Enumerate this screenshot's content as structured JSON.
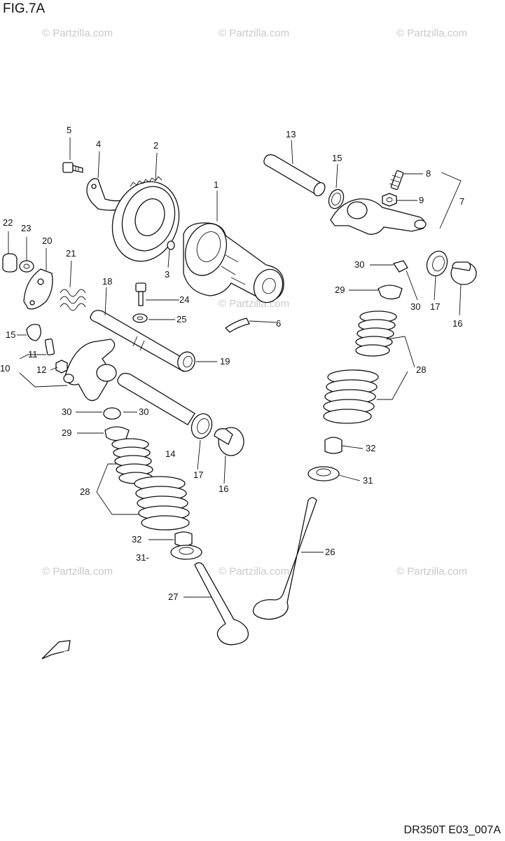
{
  "figure": {
    "title": "FIG.7A",
    "code": "DR350T E03_007A",
    "watermark": "© Partzilla.com"
  },
  "callouts": {
    "c1": "1",
    "c2": "2",
    "c3": "3",
    "c4": "4",
    "c5": "5",
    "c6": "6",
    "c7": "7",
    "c8": "8",
    "c9": "9",
    "c10": "10",
    "c11": "11",
    "c12": "12",
    "c13": "13",
    "c14": "14",
    "c15a": "15",
    "c15b": "15",
    "c16a": "16",
    "c16b": "16",
    "c17a": "17",
    "c17b": "17",
    "c18": "18",
    "c19": "19",
    "c20": "20",
    "c21": "21",
    "c22": "22",
    "c23": "23",
    "c24": "24",
    "c25": "25",
    "c26": "26",
    "c27": "27",
    "c28a": "28",
    "c28b": "28",
    "c29a": "29",
    "c29b": "29",
    "c30a": "30",
    "c30b": "30",
    "c30c": "30",
    "c30d": "30",
    "c31a": "31",
    "c31b": "31-",
    "c32a": "32",
    "c32b": "32"
  },
  "fwd_arrow": {
    "label": "FWD"
  }
}
